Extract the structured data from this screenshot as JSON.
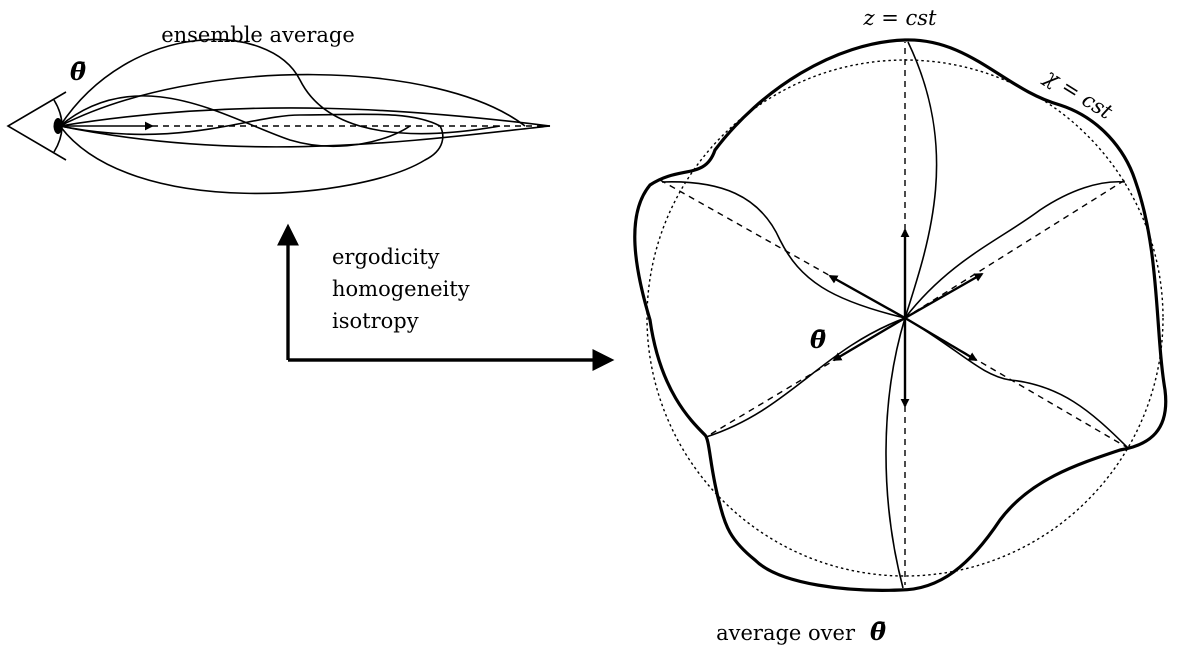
{
  "left_panel": {
    "title": "ensemble average",
    "observer_symbol": "θ̄",
    "icons": [
      "eye-icon"
    ]
  },
  "middle": {
    "assumptions": [
      "ergodicity",
      "homogeneity",
      "isotropy"
    ]
  },
  "right_panel": {
    "label_z": "z = cst",
    "label_chi": "χ = cst",
    "center_symbol": "θ̄",
    "caption_prefix": "average over",
    "caption_symbol": "θ̄"
  }
}
